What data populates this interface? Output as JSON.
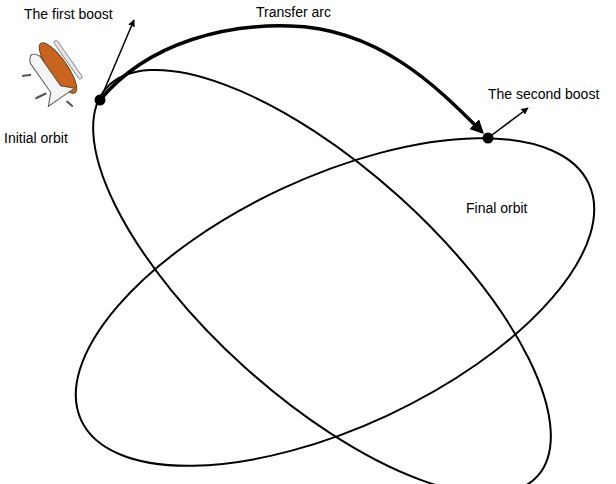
{
  "diagram": {
    "labels": [
      "The first boost",
      "Transfer arc",
      "Initial orbit",
      "The second boost",
      "Final orbit"
    ]
  }
}
